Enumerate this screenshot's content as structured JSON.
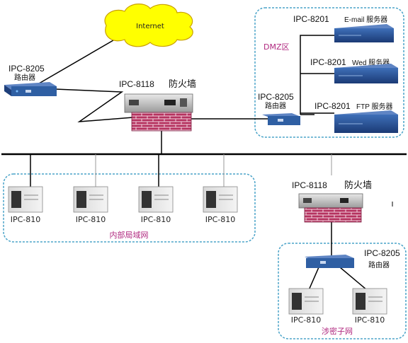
{
  "internet": {
    "label": "Internet"
  },
  "router_top": {
    "model": "IPC-8205",
    "name": "路由器"
  },
  "firewall_main": {
    "model": "IPC-8118",
    "name": "防火墙"
  },
  "router_dmz": {
    "model": "IPC-8205",
    "name": "路由器"
  },
  "dmz": {
    "zone_label": "DMZ区",
    "servers": [
      {
        "model": "IPC-8201",
        "name": "E-mail 服务器"
      },
      {
        "model": "IPC-8201",
        "name": "Wed 服务器"
      },
      {
        "model": "IPC-8201",
        "name": "FTP 服务器"
      }
    ]
  },
  "lan": {
    "zone_label": "内部局域网",
    "hosts": [
      "IPC-810",
      "IPC-810",
      "IPC-810",
      "IPC-810"
    ]
  },
  "firewall_secret": {
    "model": "IPC-8118",
    "name": "防火墙"
  },
  "router_secret": {
    "model": "IPC-8205",
    "name": "路由器"
  },
  "secret": {
    "zone_label": "涉密子网",
    "hosts": [
      "IPC-810",
      "IPC-810"
    ]
  },
  "colors": {
    "zone_border": "#4aa3c8",
    "zone_text": "#b0287f",
    "router_body": "#2f5fa3",
    "server_body": "#234b8f",
    "brick": "#b5325f",
    "cloud": "#ffff00"
  }
}
